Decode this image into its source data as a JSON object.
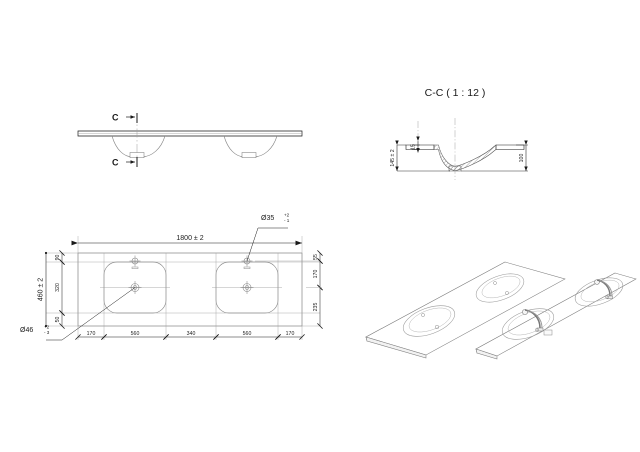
{
  "sheet": {
    "background": "#ffffff",
    "line_color": "#1a1a1a",
    "thin_line_color": "#6f6f6f",
    "views": {
      "elevation": {
        "name": "front-elevation-view"
      },
      "plan": {
        "name": "top-plan-view"
      },
      "section": {
        "name": "section-c-c-view"
      },
      "iso": {
        "name": "isometric-views"
      }
    }
  },
  "section_title": "C-C ( 1 : 12 )",
  "section_marks": {
    "top": "C",
    "bottom": "C"
  },
  "callouts": {
    "tap_hole": {
      "label": "Ø35",
      "tol_upper": "+2",
      "tol_lower": "- 1"
    },
    "drain_hole": {
      "label": "Ø46",
      "tol_upper": "+2",
      "tol_lower": "- 3"
    }
  },
  "plan_dimensions": {
    "overall_width": "1800 ± 2",
    "overall_depth": "460 ± 2",
    "bottom_chain": [
      "170",
      "560",
      "340",
      "560",
      "170"
    ],
    "left_chain": [
      "90",
      "320",
      "50"
    ],
    "right_chain": [
      "55",
      "170",
      "235"
    ]
  },
  "section_dimensions": {
    "total_height": "145 ± 2",
    "rim_thickness": "15",
    "basin_depth": "100"
  }
}
